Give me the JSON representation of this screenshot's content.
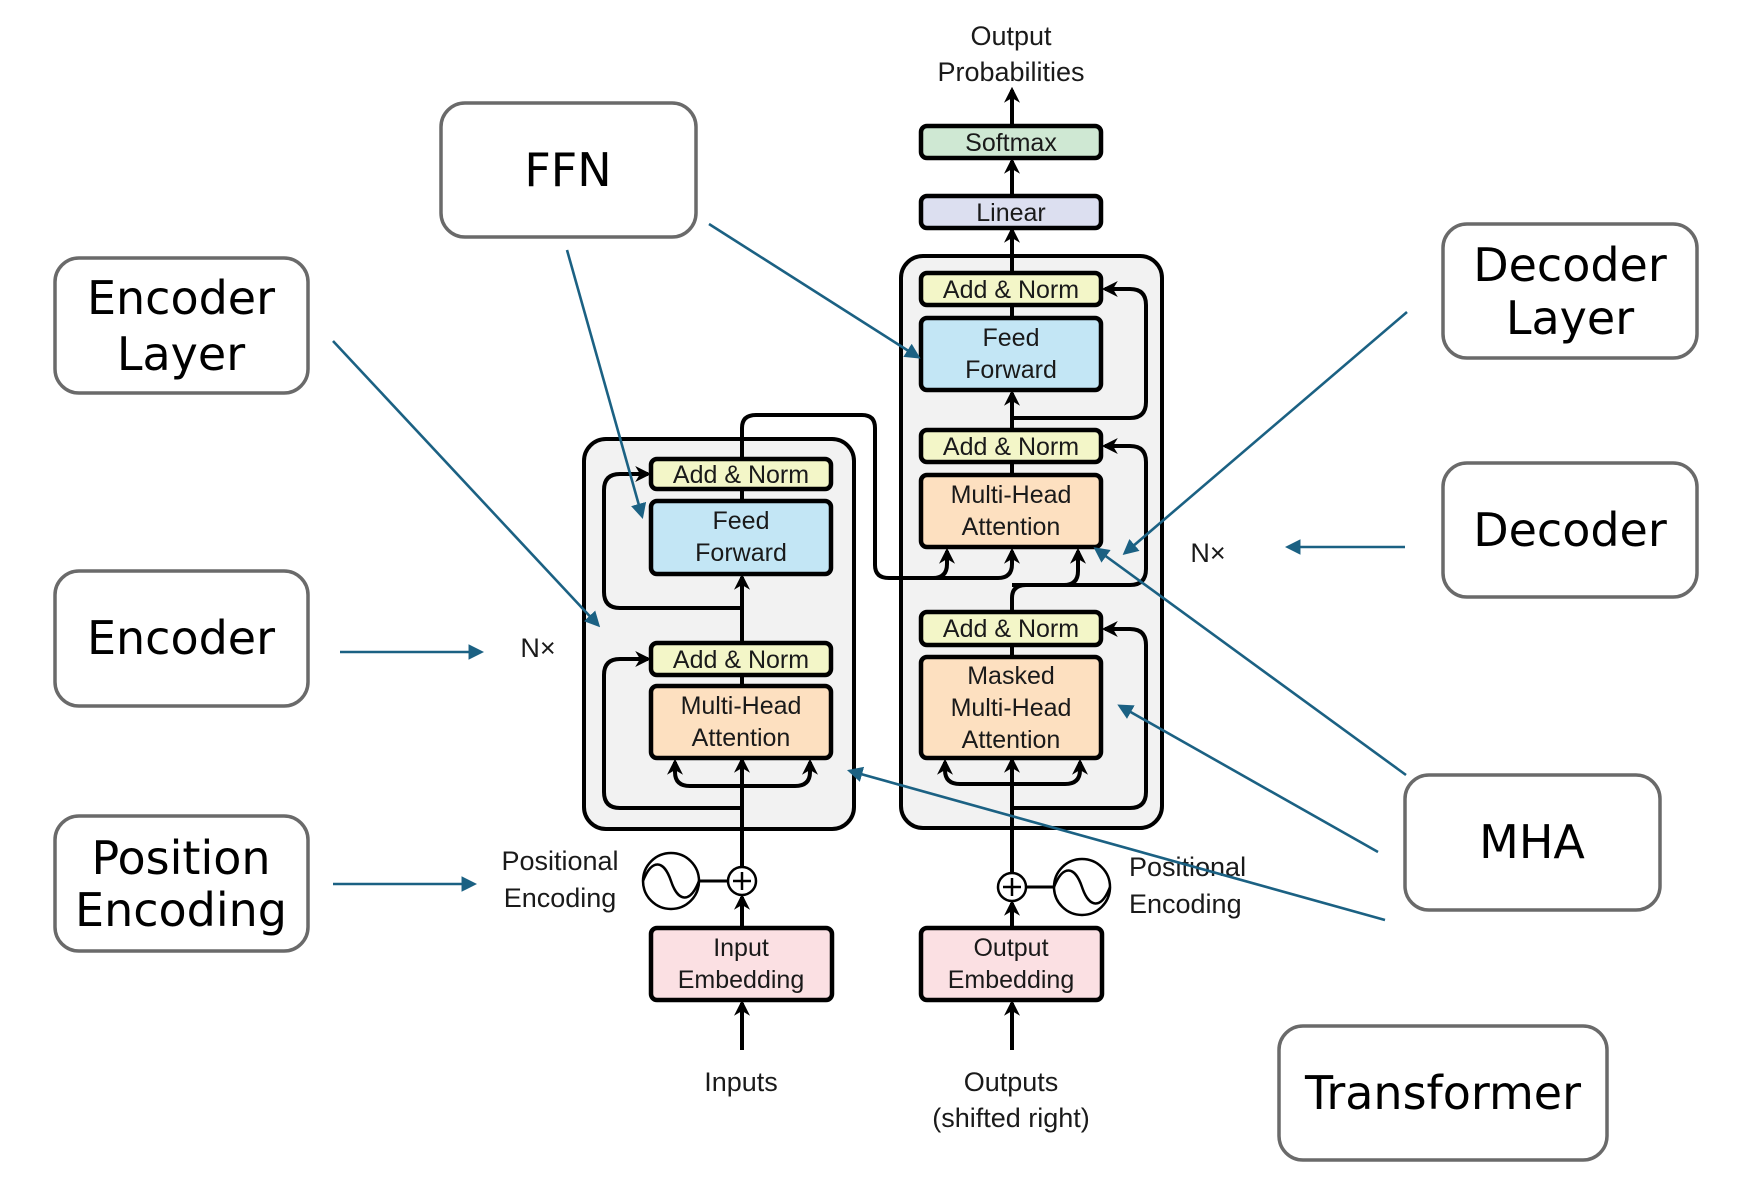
{
  "annotations": {
    "ffn": "FFN",
    "encoder_layer": [
      "Encoder",
      "Layer"
    ],
    "encoder": "Encoder",
    "position_encoding": [
      "Position",
      "Encoding"
    ],
    "decoder_layer": [
      "Decoder",
      "Layer"
    ],
    "decoder": "Decoder",
    "mha": "MHA",
    "transformer": "Transformer"
  },
  "diagram": {
    "output_probabilities": [
      "Output",
      "Probabilities"
    ],
    "softmax": "Softmax",
    "linear": "Linear",
    "add_norm": "Add & Norm",
    "feed_forward": [
      "Feed",
      "Forward"
    ],
    "multi_head_attention": [
      "Multi-Head",
      "Attention"
    ],
    "masked_multi_head_attention": [
      "Masked",
      "Multi-Head",
      "Attention"
    ],
    "input_embedding": [
      "Input",
      "Embedding"
    ],
    "output_embedding": [
      "Output",
      "Embedding"
    ],
    "positional_encoding": [
      "Positional",
      "Encoding"
    ],
    "inputs": "Inputs",
    "outputs": [
      "Outputs",
      "(shifted right)"
    ],
    "repeat_marker": "N×"
  },
  "colors": {
    "annotation_arrow": "#1b6183",
    "softmax": "#cfe8d3",
    "linear": "#dcdff0",
    "add_norm": "#f3f6c8",
    "feed_forward": "#c3e6f5",
    "attention": "#fde0c0",
    "embedding": "#fbe0e3",
    "container": "#f2f2f2"
  }
}
